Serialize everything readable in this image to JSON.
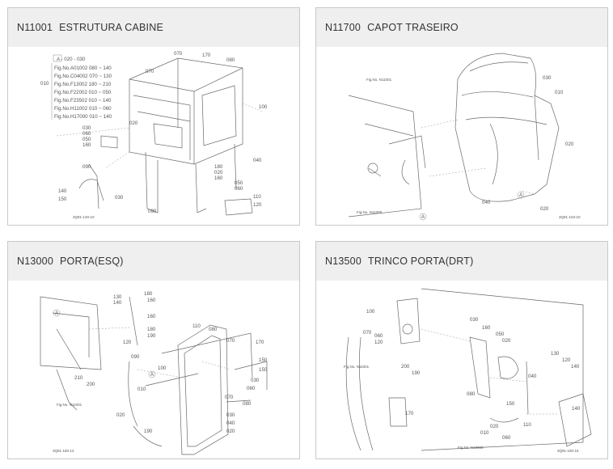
{
  "cards": [
    {
      "code": "N11001",
      "title": "ESTRUTURA CABINE",
      "legend": {
        "header": "A - 020 - 030",
        "index": "010",
        "rows": [
          "Fig.No.A01002  080 ~ 140",
          "Fig.No.C04002  070 ~ 130",
          "Fig.No.F13002  180 ~ 210",
          "Fig.No.F22002  010 ~ 050",
          "Fig.No.F23502  010 ~ 140",
          "Fig.No.H11002  010 ~ 060",
          "Fig.No.H17000  010 ~ 140"
        ]
      },
      "labels": [
        "070",
        "170",
        "080",
        "100",
        "020",
        "040",
        "030",
        "060",
        "050",
        "160",
        "090",
        "180",
        "020",
        "160",
        "050",
        "060",
        "110",
        "120",
        "140",
        "150",
        "030",
        "090",
        "070"
      ],
      "footer": "3Q91-120-10"
    },
    {
      "code": "N11700",
      "title": "CAPOT TRASEIRO",
      "labels": [
        "030",
        "010",
        "020",
        "040",
        "020",
        "A",
        "A"
      ],
      "refs": [
        "Fig.No. N11001",
        "Fig.No. N11000"
      ],
      "footer": "3Q91-103-10"
    },
    {
      "code": "N13000",
      "title": "PORTA(ESQ)",
      "labels": [
        "130",
        "140",
        "180",
        "160",
        "160",
        "180",
        "190",
        "110",
        "080",
        "120",
        "070",
        "170",
        "090",
        "100",
        "150",
        "150",
        "030",
        "060",
        "070",
        "080",
        "010",
        "210",
        "200",
        "020",
        "190",
        "030",
        "040",
        "020",
        "A",
        "A"
      ],
      "refs": [
        "Fig.No. N11001"
      ],
      "footer": "3Q91-160-13"
    },
    {
      "code": "N13500",
      "title": "TRINCO PORTA(DRT)",
      "labels": [
        "100",
        "030",
        "160",
        "050",
        "020",
        "070",
        "060",
        "120",
        "130",
        "120",
        "140",
        "040",
        "200",
        "190",
        "170",
        "080",
        "150",
        "020",
        "060",
        "010",
        "110",
        "140"
      ],
      "refs": [
        "Fig.No. N11001",
        "Fig.No. N13000"
      ],
      "footer": "3Q91-160-15"
    }
  ]
}
